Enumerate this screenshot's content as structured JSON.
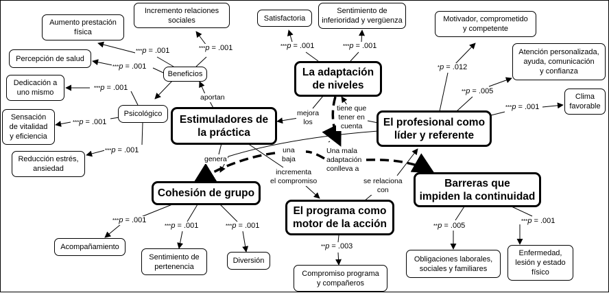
{
  "main_concepts": {
    "estimuladores": "Estimuladores de\nla práctica",
    "adaptacion": "La adaptación\nde niveles",
    "profesional": "El profesional como\nlíder y referente",
    "cohesion": "Cohesión de grupo",
    "programa": "El programa como\nmotor de la acción",
    "barreras": "Barreras que\nimpiden la continuidad"
  },
  "sub_concepts": {
    "beneficios": "Beneficios",
    "psicologico": "Psicológico"
  },
  "leaf_concepts": {
    "aumento": "Aumento prestación\nfísica",
    "incremento_relaciones": "Incremento relaciones\nsociales",
    "percepcion": "Percepción de salud",
    "dedicacion": "Dedicación a\nuno mismo",
    "sensacion": "Sensación\nde vitalidad\ny eficiencia",
    "reduccion": "Reducción estrés,\nansiedad",
    "satisfactoria": "Satisfactoria",
    "inferioridad": "Sentimiento de\ninferioridad y vergüenza",
    "motivador": "Motivador, comprometido\ny competente",
    "atencion": "Atención personalizada,\nayuda, comunicación\ny confianza",
    "clima": "Clima\nfavorable",
    "acompanamiento": "Acompañamiento",
    "pertenencia": "Sentimiento de\npertenencia",
    "diversion": "Diversión",
    "compromiso": "Compromiso programa\ny compañeros",
    "obligaciones": "Obligaciones laborales,\nsociales y familiares",
    "enfermedad": "Enfermedad,\nlesión y estado\nfísico"
  },
  "link_phrases": {
    "aportan": "aportan",
    "mejora_los": "mejora\nlos",
    "tiene_que": "tiene que\ntener en\ncuenta",
    "genera": "genera",
    "una_baja": "una\nbaja",
    "mala_adaptacion": "Una mala\nadaptación\nconlleva a",
    "incrementa": "incrementa\nel compromiso",
    "se_relaciona": "se relaciona\ncon"
  },
  "p_values": {
    "aumento": {
      "stars": "***",
      "p": "p",
      "value": " = .001"
    },
    "incremento_relaciones": {
      "stars": "***",
      "p": "p",
      "value": " = .001"
    },
    "percepcion": {
      "stars": "***",
      "p": "p",
      "value": " = .001"
    },
    "dedicacion": {
      "stars": "***",
      "p": "p",
      "value": " = .001"
    },
    "sensacion": {
      "stars": "***",
      "p": "p",
      "value": " = .001"
    },
    "reduccion": {
      "stars": "***",
      "p": "p",
      "value": " = .001"
    },
    "satisfactoria": {
      "stars": "***",
      "p": "p",
      "value": " = .001"
    },
    "inferioridad": {
      "stars": "***",
      "p": "p",
      "value": " = .001"
    },
    "motivador": {
      "stars": "*",
      "p": "p",
      "value": " = .012"
    },
    "atencion": {
      "stars": "**",
      "p": "p",
      "value": " = .005"
    },
    "clima": {
      "stars": "***",
      "p": "p",
      "value": " = .001"
    },
    "acompanamiento": {
      "stars": "***",
      "p": "p",
      "value": " = .001"
    },
    "pertenencia": {
      "stars": "***",
      "p": "p",
      "value": " = .001"
    },
    "diversion": {
      "stars": "***",
      "p": "p",
      "value": " = .001"
    },
    "compromiso": {
      "stars": "**",
      "p": "p",
      "value": " = .003"
    },
    "obligaciones": {
      "stars": "**",
      "p": "p",
      "value": " = .005"
    },
    "enfermedad": {
      "stars": "***",
      "p": "p",
      "value": " = .001"
    }
  }
}
